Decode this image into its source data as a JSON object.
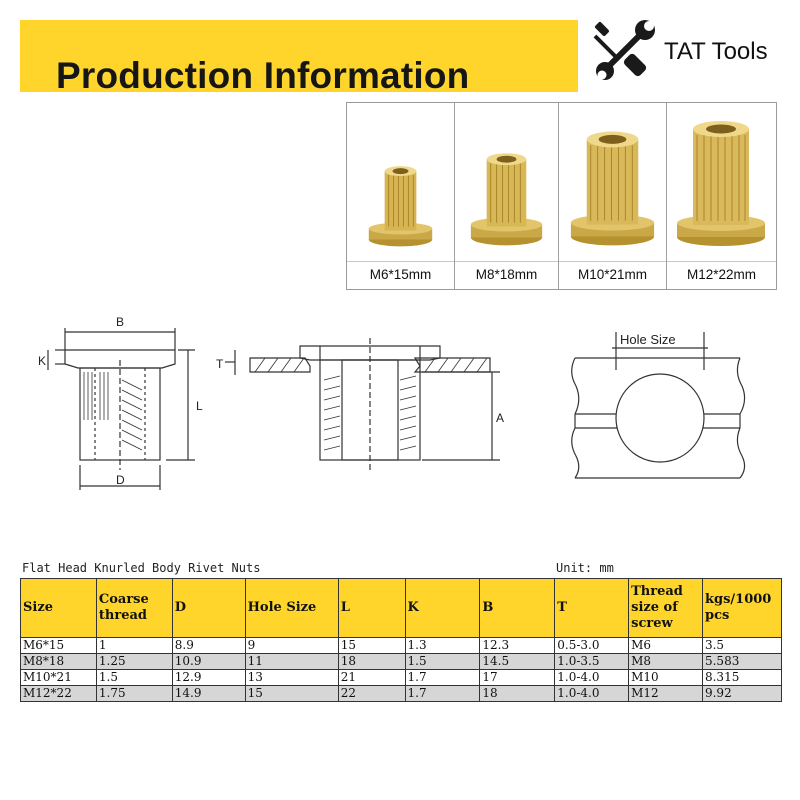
{
  "header": {
    "title": "Production Information"
  },
  "brand": {
    "name": "TAT Tools",
    "icon": "wrench-screwdriver-icon"
  },
  "photos": [
    {
      "label": "M6*15mm"
    },
    {
      "label": "M8*18mm"
    },
    {
      "label": "M10*21mm"
    },
    {
      "label": "M12*22mm"
    }
  ],
  "drawings": {
    "labels": {
      "b": "B",
      "k": "K",
      "l": "L",
      "d": "D",
      "t": "T",
      "a": "A",
      "hole": "Hole Size"
    }
  },
  "table": {
    "caption": "Flat Head Knurled Body Rivet Nuts",
    "unit": "Unit: mm",
    "headers": [
      "Size",
      "Coarse thread",
      "D",
      "Hole Size",
      "L",
      "K",
      "B",
      "T",
      "Thread size of screw",
      "kgs/1000 pcs"
    ],
    "rows": [
      [
        "M6*15",
        "1",
        "8.9",
        "9",
        "15",
        "1.3",
        "12.3",
        "0.5-3.0",
        "M6",
        "3.5"
      ],
      [
        "M8*18",
        "1.25",
        "10.9",
        "11",
        "18",
        "1.5",
        "14.5",
        "1.0-3.5",
        "M8",
        "5.583"
      ],
      [
        "M10*21",
        "1.5",
        "12.9",
        "13",
        "21",
        "1.7",
        "17",
        "1.0-4.0",
        "M10",
        "8.315"
      ],
      [
        "M12*22",
        "1.75",
        "14.9",
        "15",
        "22",
        "1.7",
        "18",
        "1.0-4.0",
        "M12",
        "9.92"
      ]
    ]
  },
  "colors": {
    "accent": "#FFD52B",
    "row_alt": "#d6d6d6"
  }
}
